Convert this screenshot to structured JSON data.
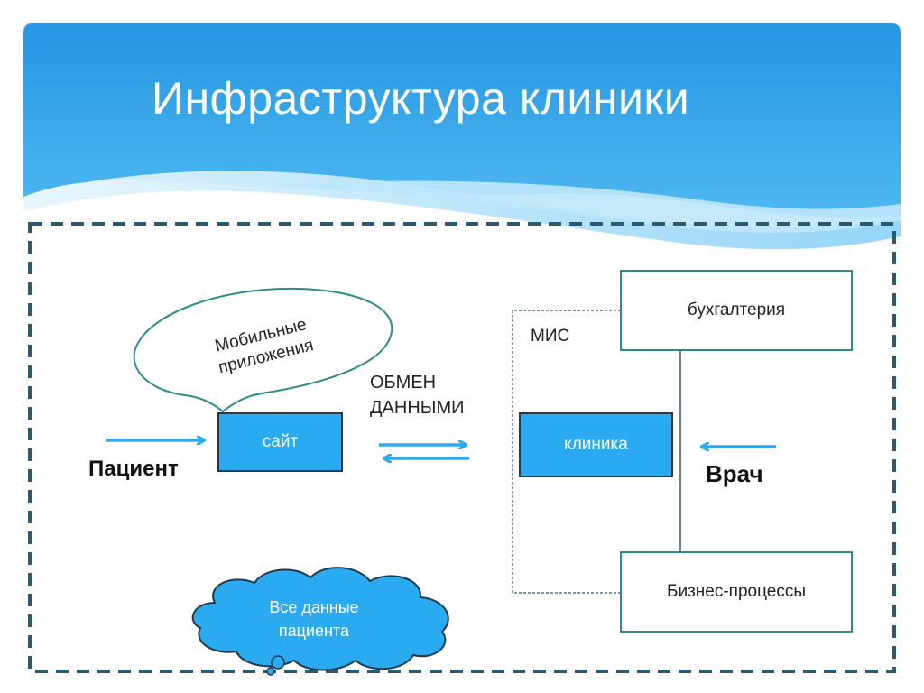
{
  "title": "Инфраструктура клиники",
  "colors": {
    "header_blue": "#2e9be0",
    "header_light": "#5cc0f2",
    "box_blue": "#2aaaf0",
    "box_border": "#1f3b4d",
    "teal_border": "#2e8b8b",
    "dash_border": "#2a5a70",
    "arrow_blue": "#2aaaf0"
  },
  "diagram": {
    "patient": "Пациент",
    "doctor": "Врач",
    "site": "сайт",
    "clinic": "клиника",
    "mis": "МИС",
    "accounting": "бухгалтерия",
    "business": "Бизнес-процессы",
    "exchange": [
      "ОБМЕН",
      "ДАННЫМИ"
    ],
    "mobile": [
      "Мобильные",
      "приложения"
    ],
    "all_data": [
      "Все данные",
      "пациента"
    ]
  }
}
